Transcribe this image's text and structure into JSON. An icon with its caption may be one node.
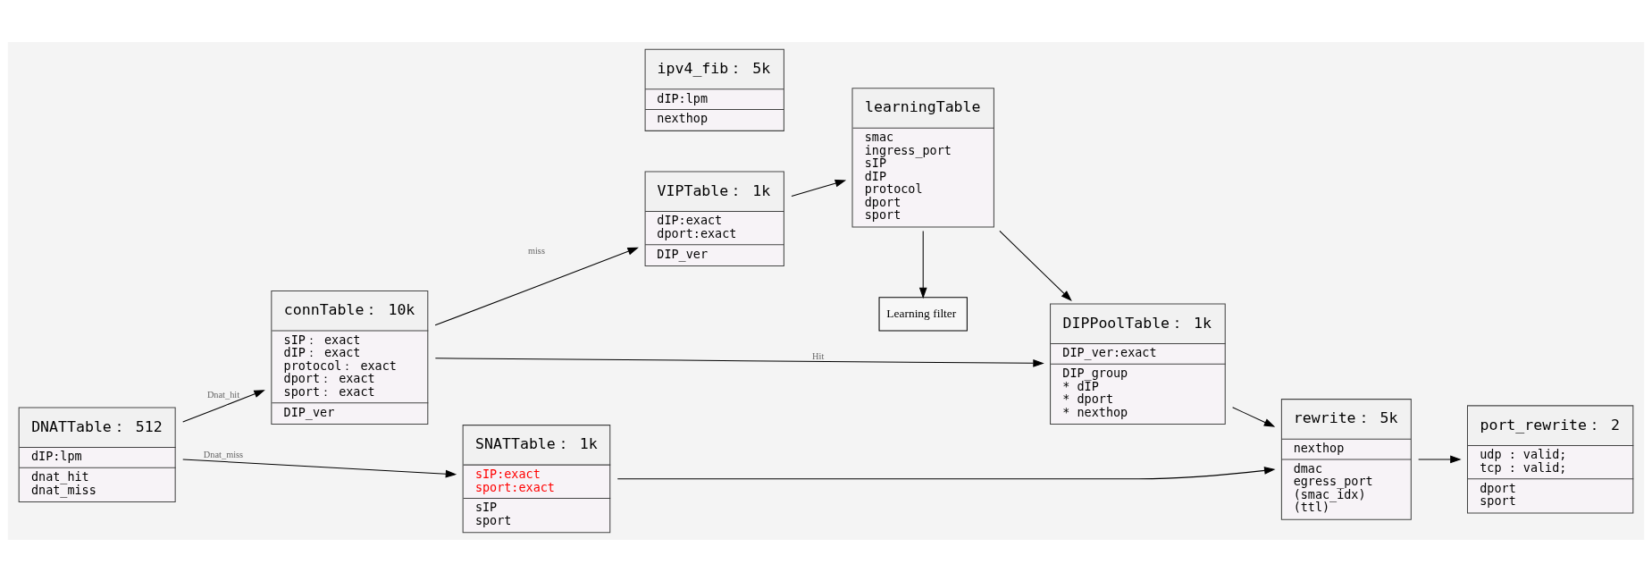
{
  "diagram": {
    "nodes": [
      {
        "text": [
          "DNATTable： 512",
          "dIP:lpm",
          "dnat_hit",
          "dnat_miss"
        ]
      },
      {
        "text": [
          "connTable： 10k",
          "sIP： exact",
          "dIP： exact",
          "protocol： exact",
          "dport： exact",
          "sport： exact",
          "DIP_ver"
        ]
      },
      {
        "text": [
          "VIPTable： 1k",
          "dIP:exact",
          "dport:exact",
          "DIP_ver"
        ]
      },
      {
        "text": [
          "Learning filter"
        ]
      },
      {
        "text": [
          "learningTable",
          "smac",
          "ingress_port",
          "sIP",
          "dIP",
          "protocol",
          "dport",
          "sport"
        ]
      },
      {
        "text": [
          "DIPPoolTable： 1k",
          "DIP_ver:exact",
          "DIP_group",
          "* dIP",
          "* dport",
          "* nexthop"
        ]
      },
      {
        "text": [
          "rewrite： 5k",
          "nexthop",
          "dmac",
          "egress_port",
          "(smac_idx)",
          "(ttl)"
        ]
      },
      {
        "text": [
          "port_rewrite： 2",
          "udp : valid;",
          "tcp : valid;",
          "dport",
          "sport"
        ]
      },
      {
        "text": [
          "SNATTable： 1k",
          "sIP:exact",
          "sport:exact",
          "sIP",
          "sport"
        ]
      },
      {
        "text": [
          "ipv4_fib： 5k",
          "dIP:lpm",
          "nexthop"
        ]
      }
    ],
    "edges": [
      {
        "from": 0,
        "to": 1,
        "arrow": "to",
        "label": "Dnat_hit"
      },
      {
        "from": 1,
        "to": 2,
        "arrow": "to",
        "label": "miss"
      },
      {
        "from": 2,
        "to": 4,
        "arrow": "to"
      },
      {
        "from": 4,
        "to": 3,
        "arrow": "to"
      },
      {
        "from": 4,
        "to": 5,
        "arrow": "to"
      },
      {
        "from": 1,
        "to": 5,
        "arrow": "to",
        "label": "Hit"
      },
      {
        "from": 5,
        "to": 6,
        "arrow": "to"
      },
      {
        "from": 6,
        "to": 7,
        "arrow": "to"
      },
      {
        "from": 0,
        "to": 8,
        "arrow": "to",
        "label": "Dnat_miss"
      },
      {
        "from": 8,
        "to": 6,
        "arrow": "to"
      }
    ]
  }
}
